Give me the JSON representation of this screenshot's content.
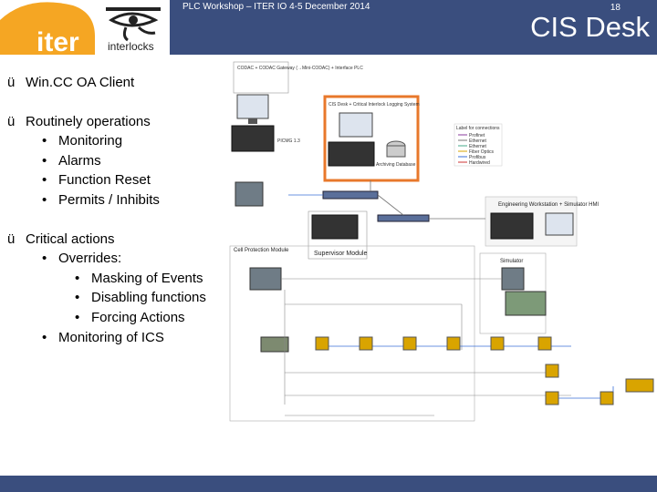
{
  "header": {
    "title": "CIS Desk",
    "logo_iter": "iter",
    "logo_interlocks": "interlocks"
  },
  "content": {
    "check_mark": "ü",
    "bullet": "•",
    "item1": "Win.CC OA Client",
    "item2": "Routinely operations",
    "item2_sub": [
      "Monitoring",
      "Alarms",
      "Function Reset",
      "Permits / Inhibits"
    ],
    "item3": "Critical actions",
    "item3_sub1": "Overrides:",
    "item3_sub1_sub": [
      "Masking of Events",
      "Disabling functions",
      "Forcing Actions"
    ],
    "item3_sub2": "Monitoring of ICS"
  },
  "diagram": {
    "codac_label": "CODAC + CODAC Gateway (→Mini-CODAC) + Interface PLC",
    "cis_desk_label": "CIS Desk + Critical Interlock Logging System",
    "plc_label_1": "PICMG 1.3",
    "archiving_label": "Archiving Database",
    "ews_label": "Engineering Workstation + Simulator HMI",
    "supervisor_label": "Supervisor Module",
    "cell_label": "Cell Protection Module",
    "simulator_label": "Simulator",
    "legend_title": "Label for connections",
    "legend_items": [
      "Profinet",
      "Ethernet",
      "Ethernet",
      "Fiber Optics",
      "Profibus",
      "Hardwired"
    ]
  },
  "footer": {
    "event": "PLC Workshop – ITER IO 4-5 December 2014",
    "page": "18"
  },
  "colors": {
    "header_bg": "#3a4e7e",
    "iter_orange": "#f5a623",
    "cis_box_border": "#e8782b"
  }
}
